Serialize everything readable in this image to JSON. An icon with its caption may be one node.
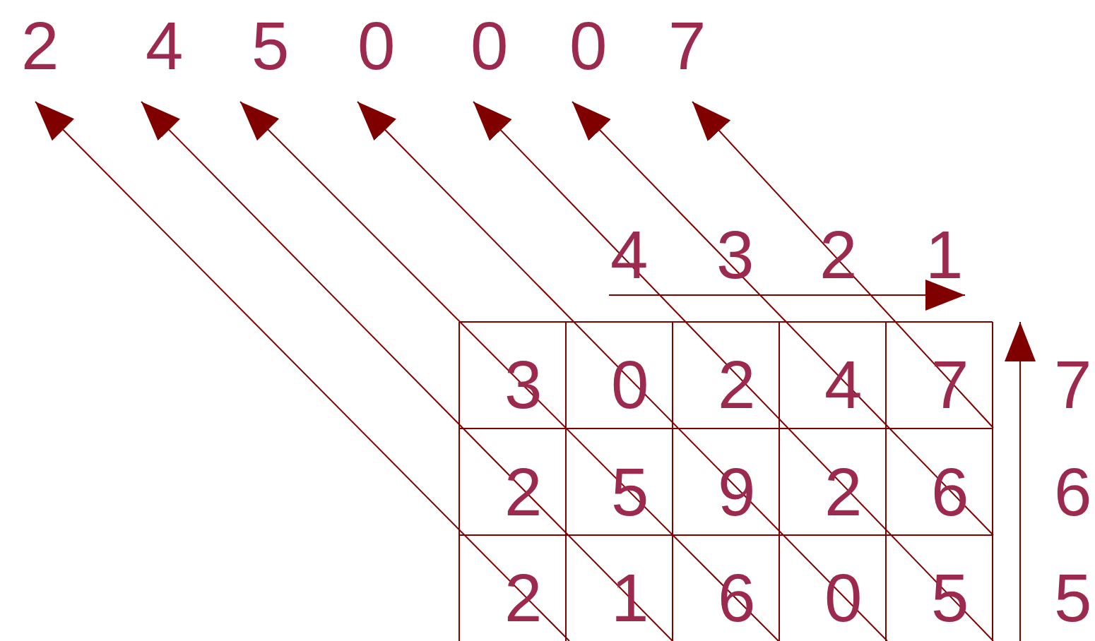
{
  "diagram": {
    "nodes": [
      {
        "text": [
          "2"
        ]
      },
      {
        "text": [
          "4"
        ]
      },
      {
        "text": [
          "5"
        ]
      },
      {
        "text": [
          "0"
        ]
      },
      {
        "text": [
          "0"
        ]
      },
      {
        "text": [
          "0"
        ]
      },
      {
        "text": [
          "7"
        ]
      }
    ],
    "edges": [
      {
        "from": null,
        "to": 0,
        "arrow": "to"
      },
      {
        "from": null,
        "to": 1,
        "arrow": "to"
      },
      {
        "from": null,
        "to": 2,
        "arrow": "to"
      },
      {
        "from": null,
        "to": 3,
        "arrow": "to"
      },
      {
        "from": null,
        "to": 4,
        "arrow": "to"
      },
      {
        "from": null,
        "to": 5,
        "arrow": "to"
      },
      {
        "from": null,
        "to": 6,
        "arrow": "to"
      }
    ],
    "labels": [
      "4",
      "3",
      "2",
      "1",
      "3",
      "0",
      "2",
      "4",
      "7",
      "7",
      "2",
      "5",
      "9",
      "2",
      "6",
      "6",
      "2",
      "1",
      "6",
      "0",
      "5",
      "5"
    ]
  }
}
